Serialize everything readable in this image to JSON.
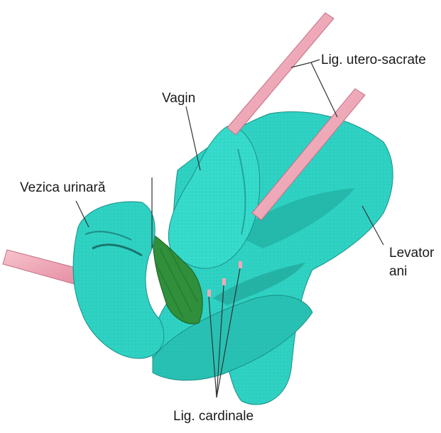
{
  "labels": {
    "utero_sacrate": "Lig. utero-sacrate",
    "vagin": "Vagin",
    "vezica": "Vezica urinară",
    "levator_line1": "Levator",
    "levator_line2": "ani",
    "cardinale": "Lig. cardinale"
  },
  "colors": {
    "tissue": "#2fd3c4",
    "tissue_dark": "#1a8f86",
    "vagina_green": "#2f8f3a",
    "ligament_pink": "#f2a9b8",
    "leader_line": "#333333"
  }
}
